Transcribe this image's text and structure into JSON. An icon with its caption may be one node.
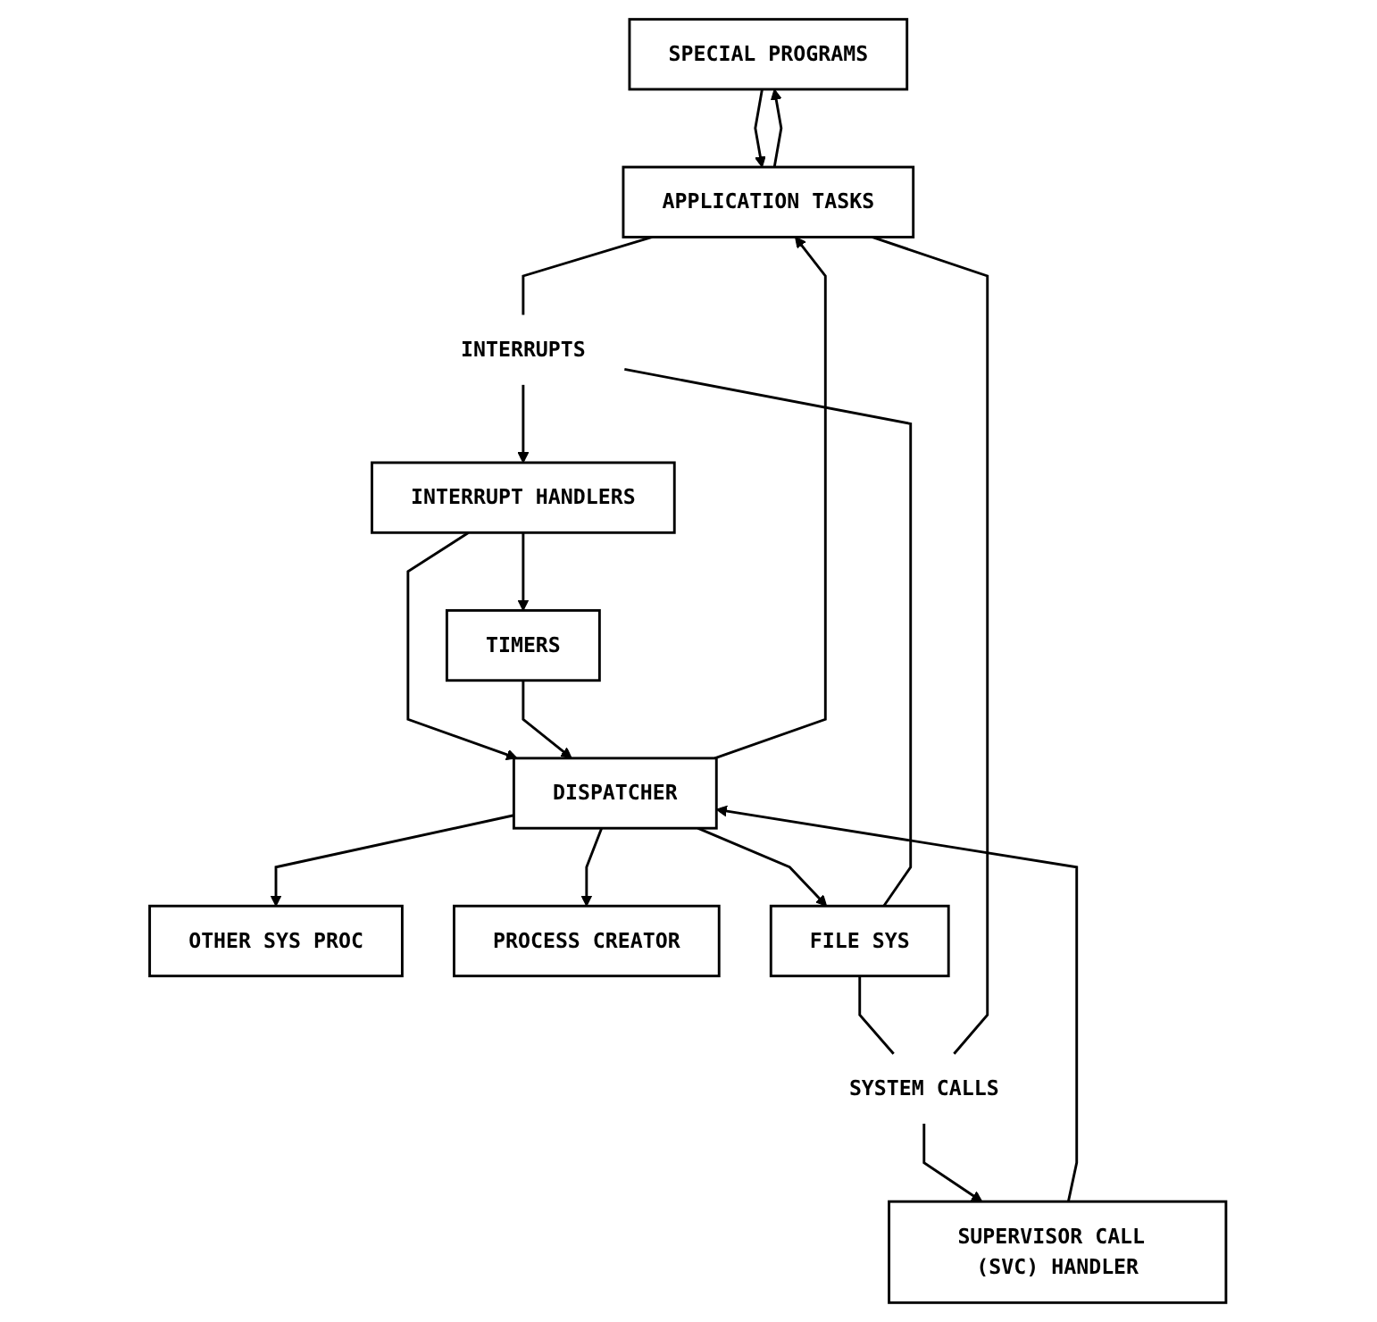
{
  "diagram": {
    "nodes": [
      {
        "text": [
          "INTERRUPT HANDLERS"
        ]
      },
      {
        "text": [
          "TIMERS"
        ]
      },
      {
        "text": [
          "SUPERVISOR CALL (SVC) HANDLER"
        ]
      },
      {
        "text": [
          "DISPATCHER"
        ]
      },
      {
        "text": [
          "FILE SYS"
        ]
      },
      {
        "text": [
          "PROCESS CREATOR"
        ]
      },
      {
        "text": [
          "OTHER SYS PROC"
        ]
      },
      {
        "text": [
          "APPLICATION TASKS"
        ]
      },
      {
        "text": [
          "SPECIAL PROGRAMS"
        ]
      },
      {
        "text": [
          "INTERRUPTS"
        ]
      },
      {
        "text": [
          "SYSTEM CALLS"
        ]
      }
    ],
    "edges": [
      {
        "from": 0,
        "to": 1,
        "arrow": "to"
      },
      {
        "from": 0,
        "to": 3,
        "arrow": "to"
      },
      {
        "from": 1,
        "to": 3,
        "arrow": "to"
      },
      {
        "from": 2,
        "to": 3,
        "arrow": "to"
      },
      {
        "from": 3,
        "to": 4,
        "arrow": "to"
      },
      {
        "from": 3,
        "to": 5,
        "arrow": "to"
      },
      {
        "from": 3,
        "to": 6,
        "arrow": "to"
      },
      {
        "from": 3,
        "to": 7,
        "arrow": "to"
      },
      {
        "from": 7,
        "to": 8,
        "arrow": "to"
      },
      {
        "from": 8,
        "to": 7,
        "arrow": "to"
      },
      {
        "from": 4,
        "to": 9,
        "arrow": "none"
      },
      {
        "from": 4,
        "to": 10,
        "arrow": "none"
      },
      {
        "from": 7,
        "to": 9,
        "arrow": "none"
      },
      {
        "from": 7,
        "to": 10,
        "arrow": "none"
      },
      {
        "from": 9,
        "to": 0,
        "arrow": "to"
      },
      {
        "from": 10,
        "to": 2,
        "arrow": "to"
      }
    ]
  }
}
